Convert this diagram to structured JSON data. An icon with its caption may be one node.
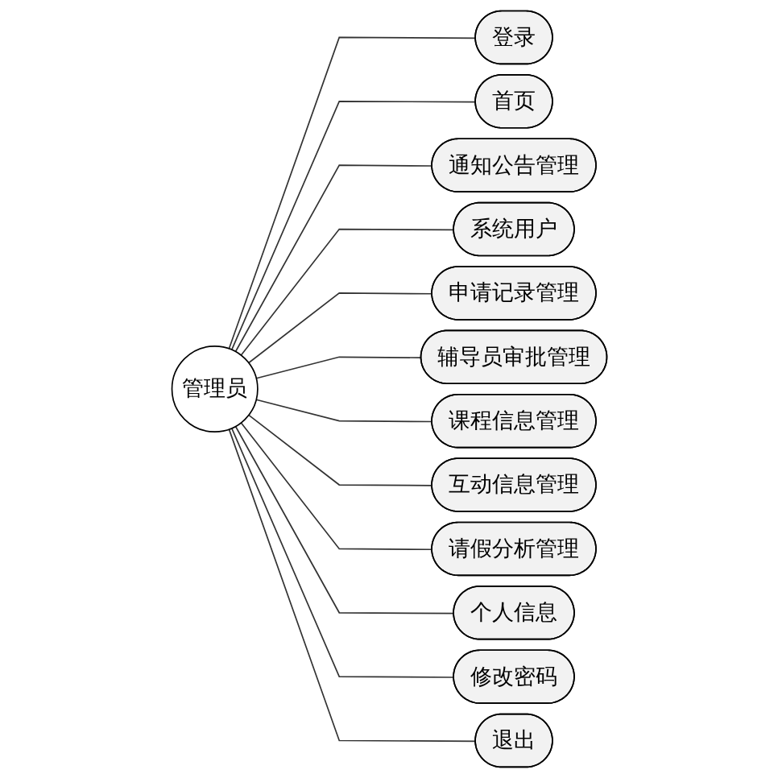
{
  "diagram": {
    "nodes": [
      {
        "text": [
          "管理员"
        ]
      },
      {
        "text": [
          "登录"
        ]
      },
      {
        "text": [
          "首页"
        ]
      },
      {
        "text": [
          "通知公告管理"
        ]
      },
      {
        "text": [
          "系统用户"
        ]
      },
      {
        "text": [
          "申请记录管理"
        ]
      },
      {
        "text": [
          "辅导员审批管理"
        ]
      },
      {
        "text": [
          "课程信息管理"
        ]
      },
      {
        "text": [
          "互动信息管理"
        ]
      },
      {
        "text": [
          "请假分析管理"
        ]
      },
      {
        "text": [
          "个人信息"
        ]
      },
      {
        "text": [
          "修改密码"
        ]
      },
      {
        "text": [
          "退出"
        ]
      }
    ],
    "edges": [
      {
        "from": 0,
        "to": 1,
        "arrow": "none"
      },
      {
        "from": 0,
        "to": 2,
        "arrow": "none"
      },
      {
        "from": 0,
        "to": 3,
        "arrow": "none"
      },
      {
        "from": 0,
        "to": 4,
        "arrow": "none"
      },
      {
        "from": 0,
        "to": 5,
        "arrow": "none"
      },
      {
        "from": 0,
        "to": 6,
        "arrow": "none"
      },
      {
        "from": 0,
        "to": 7,
        "arrow": "none"
      },
      {
        "from": 0,
        "to": 8,
        "arrow": "none"
      },
      {
        "from": 0,
        "to": 9,
        "arrow": "none"
      },
      {
        "from": 0,
        "to": 10,
        "arrow": "none"
      },
      {
        "from": 0,
        "to": 11,
        "arrow": "none"
      },
      {
        "from": 0,
        "to": 12,
        "arrow": "none"
      }
    ]
  }
}
